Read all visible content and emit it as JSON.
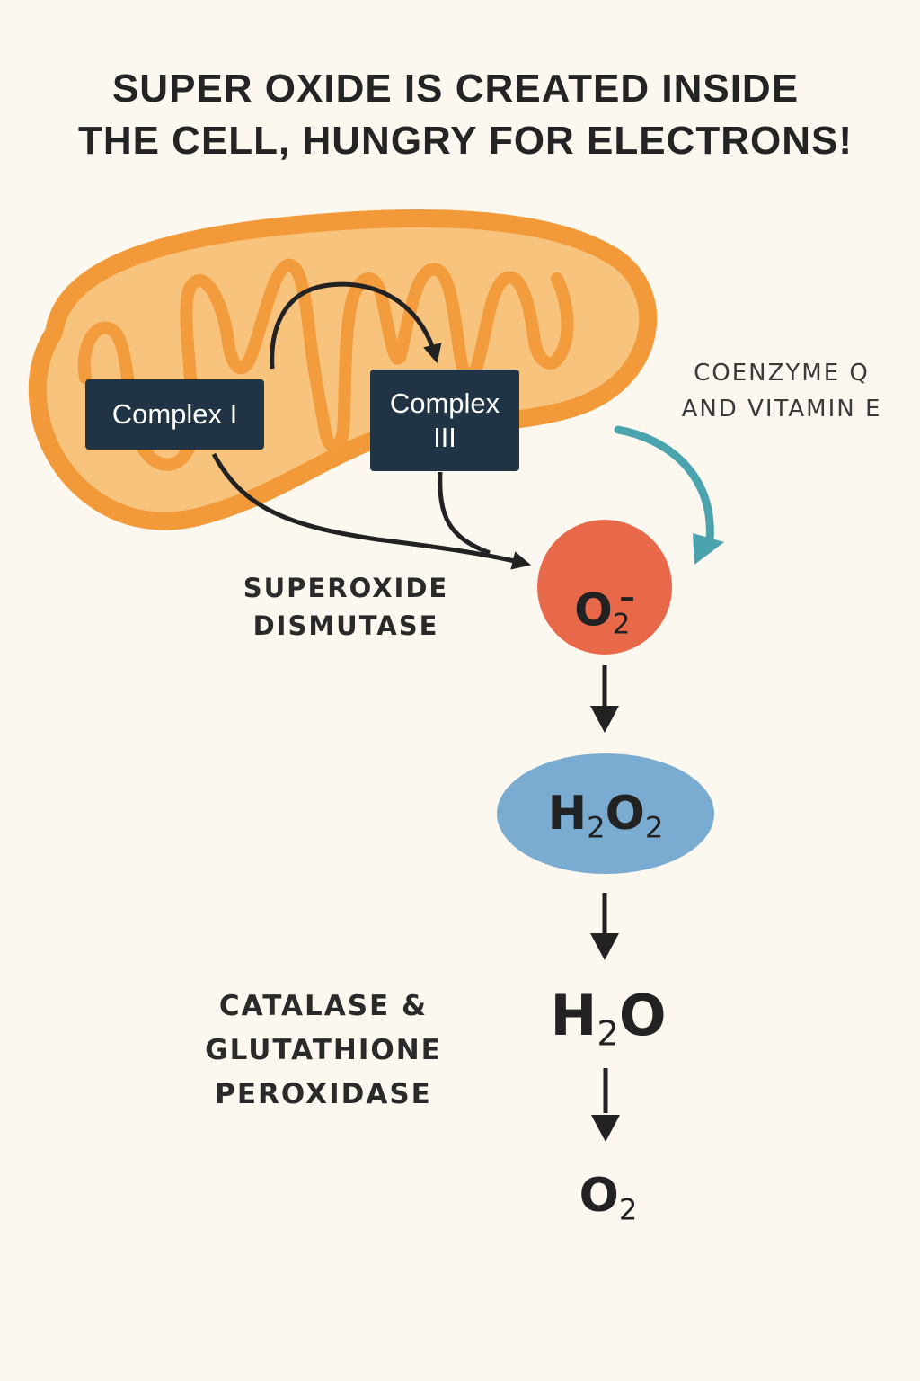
{
  "title": {
    "line1": "SUPER OXIDE IS CREATED INSIDE",
    "line2": "THE CELL, HUNGRY FOR ELECTRONS!"
  },
  "organelle": {
    "name": "mitochondrion",
    "outer_color": "#f29a3a",
    "inner_color": "#f8c37c"
  },
  "complexes": [
    {
      "label": "Complex I"
    },
    {
      "label_line1": "Complex",
      "label_line2": "III"
    }
  ],
  "labels": {
    "coenzyme_line1": "COENZYME Q",
    "coenzyme_line2": "AND VITAMIN E",
    "sod_line1": "SUPEROXIDE",
    "sod_line2": "DISMUTASE",
    "catalase_line1": "CATALASE &",
    "catalase_line2": "GLUTATHIONE",
    "catalase_line3": "PEROXIDASE"
  },
  "molecules": {
    "superoxide": {
      "base": "O",
      "sub": "2",
      "charge": "–",
      "color": "#e8694a"
    },
    "hydrogen_peroxide": {
      "h": "H",
      "h_sub": "2",
      "o": "O",
      "o_sub": "2",
      "color": "#79acd0"
    },
    "water": {
      "h": "H",
      "h_sub": "2",
      "o": "O"
    },
    "oxygen": {
      "o": "O",
      "o_sub": "2"
    }
  },
  "colors": {
    "background": "#fcf8f0",
    "arrow": "#222222",
    "antioxidant_arrow": "#4ba3ad",
    "complex_box": "#213445"
  }
}
